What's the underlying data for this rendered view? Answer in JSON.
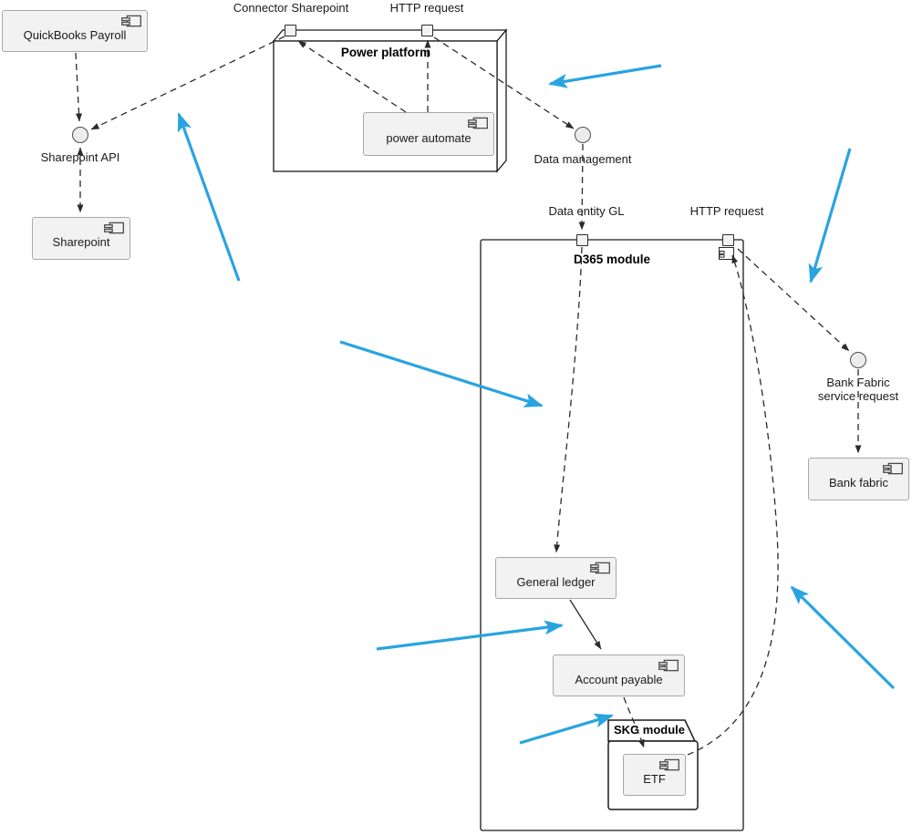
{
  "diagram": {
    "kind": "uml-component-diagram",
    "colors": {
      "annotation_arrow": "#29a4e0",
      "component_fill": "#f2f2f2",
      "component_border": "#a8a8a8",
      "edge_stroke": "#2b2b2b",
      "package_border": "#1a1a1a"
    },
    "annotation_arrow_count": 7
  },
  "components": {
    "quickbooks": {
      "label": "QuickBooks Payroll"
    },
    "sharepoint": {
      "label": "Sharepoint"
    },
    "power_automate": {
      "label": "power automate"
    },
    "general_ledger": {
      "label": "General ledger"
    },
    "account_payable": {
      "label": "Account payable"
    },
    "etf": {
      "label": "ETF"
    },
    "bank_fabric": {
      "label": "Bank fabric"
    }
  },
  "packages": {
    "power_platform": {
      "label": "Power platform"
    },
    "d365_module": {
      "label": "D365 module"
    },
    "skg_module": {
      "label": "SKG module"
    }
  },
  "ports": {
    "connector_sharepoint": {
      "label": "Connector Sharepoint"
    },
    "http_request_pp": {
      "label": "HTTP request"
    },
    "data_entity_gl": {
      "label": "Data entity GL"
    },
    "http_request_d365": {
      "label": "HTTP request"
    }
  },
  "interfaces": {
    "sharepoint_api": {
      "label": "Sharepoint API"
    },
    "data_management": {
      "label": "Data management"
    },
    "bank_fabric_service_request": {
      "line1": "Bank Fabric",
      "line2": "service request"
    }
  }
}
